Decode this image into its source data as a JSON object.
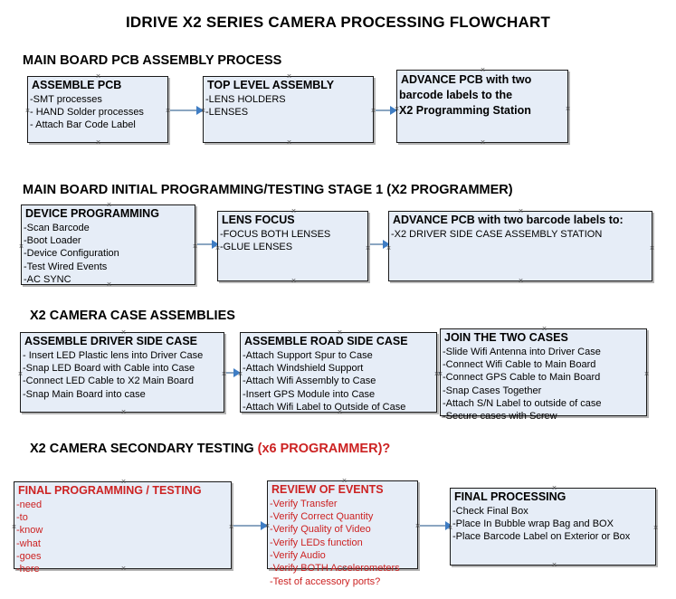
{
  "title": "IDRIVE X2  SERIES CAMERA PROCESSING FLOWCHART",
  "colors": {
    "box_fill": "#e6edf7",
    "box_border": "#1a1a1a",
    "connector": "#8ba6c1",
    "arrow": "#3f7dc4",
    "red": "#cc2222"
  },
  "sections": [
    {
      "id": "main-board-pcb-assembly",
      "heading": "MAIN BOARD PCB ASSEMBLY PROCESS",
      "heading_red": "",
      "boxes": [
        {
          "title": "ASSEMBLE PCB",
          "items": [
            "-SMT processes",
            "- HAND Solder processes",
            "- Attach Bar Code Label"
          ]
        },
        {
          "title": "TOP LEVEL ASSEMBLY",
          "items": [
            "-LENS HOLDERS",
            "-LENSES"
          ]
        },
        {
          "title": "ADVANCE PCB with two",
          "items": [
            "barcode labels to the",
            " X2 Programming Station"
          ]
        }
      ]
    },
    {
      "id": "main-board-initial-programming",
      "heading": "MAIN BOARD INITIAL PROGRAMMING/TESTING STAGE 1 (X2 PROGRAMMER)",
      "heading_red": "",
      "boxes": [
        {
          "title": "DEVICE PROGRAMMING",
          "items": [
            "-Scan Barcode",
            "-Boot Loader",
            "-Device Configuration",
            "-Test Wired Events",
            "-AC SYNC"
          ]
        },
        {
          "title": "LENS FOCUS",
          "items": [
            "-FOCUS BOTH LENSES",
            "-GLUE LENSES"
          ]
        },
        {
          "title": "ADVANCE PCB with two barcode labels to:",
          "items": [
            "-X2 DRIVER  SIDE  CASE  ASSEMBLY STATION"
          ]
        }
      ]
    },
    {
      "id": "x2-camera-case-assemblies",
      "heading": "X2 CAMERA CASE ASSEMBLIES",
      "heading_red": "",
      "boxes": [
        {
          "title": "ASSEMBLE DRIVER SIDE CASE",
          "items": [
            "- Insert LED Plastic lens into Driver Case",
            "-Snap LED Board with Cable into Case",
            "-Connect LED Cable to X2 Main Board",
            "-Snap Main Board into case"
          ]
        },
        {
          "title": "ASSEMBLE ROAD SIDE CASE",
          "items": [
            "-Attach Support Spur to Case",
            "-Attach Windshield Support",
            "-Attach Wifi Assembly to Case",
            "-Insert GPS Module into Case",
            "-Attach Wifi Label to Outside of Case"
          ]
        },
        {
          "title": "JOIN THE TWO CASES",
          "items": [
            "-Slide Wifi Antenna into Driver Case",
            "-Connect Wifi Cable to Main Board",
            "-Connect GPS Cable to Main Board",
            "-Snap Cases Together",
            "-Attach S/N Label to outside of case",
            "-Secure cases with Screw"
          ]
        }
      ]
    },
    {
      "id": "x2-camera-secondary-testing",
      "heading": "X2 CAMERA SECONDARY TESTING ",
      "heading_red": "(x6 PROGRAMMER)?",
      "boxes": [
        {
          "title": "FINAL PROGRAMMING / TESTING",
          "items": [
            "-need",
            "-to",
            "-know",
            "-what",
            "-goes",
            "-here"
          ]
        },
        {
          "title": "REVIEW OF EVENTS",
          "items": [
            "-Verify Transfer",
            "-Verify Correct Quantity",
            "-Verify Quality of Video",
            "-Verify LEDs function",
            "-Verify Audio",
            "-Verify BOTH Accelerometers",
            "-Test of accessory ports?"
          ]
        },
        {
          "title": "FINAL PROCESSING",
          "items": [
            " -Check Final Box",
            "-Place In Bubble wrap Bag and BOX",
            "-Place Barcode Label on Exterior or Box"
          ]
        }
      ]
    }
  ]
}
